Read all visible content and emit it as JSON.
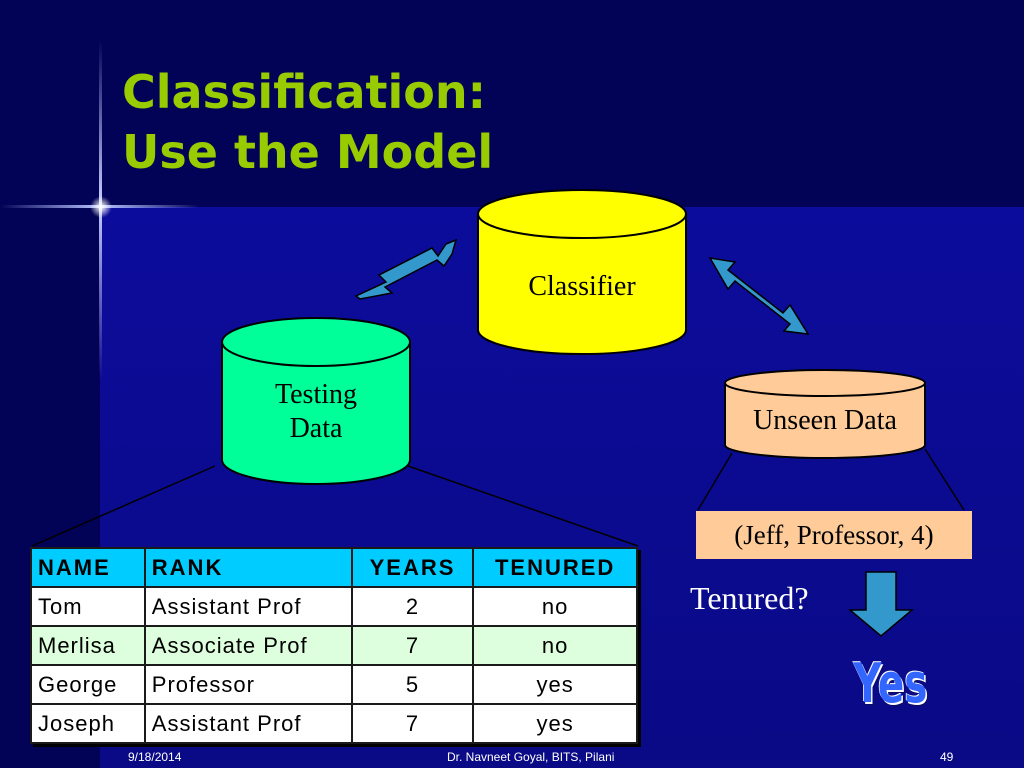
{
  "slide": {
    "title_line1": "Classification:",
    "title_line2": "Use the Model",
    "title_color": "#99cc00",
    "background_color": "#0a0a7a"
  },
  "diagram": {
    "classifier_label": "Classifier",
    "classifier_color": "#ffff00",
    "testing_data_line1": "Testing",
    "testing_data_line2": "Data",
    "testing_data_color": "#00ff99",
    "unseen_data_label": "Unseen Data",
    "unseen_data_color": "#ffcc99",
    "arrow_color": "#3399cc",
    "query": "(Jeff, Professor, 4)",
    "question": "Tenured?",
    "answer": "Yes"
  },
  "table": {
    "columns": [
      "NAME",
      "RANK",
      "YEARS",
      "TENURED"
    ],
    "header_color": "#00ccff",
    "rows": [
      [
        "Tom",
        "Assistant Prof",
        "2",
        "no"
      ],
      [
        "Merlisa",
        "Associate Prof",
        "7",
        "no"
      ],
      [
        "George",
        "Professor",
        "5",
        "yes"
      ],
      [
        "Joseph",
        "Assistant Prof",
        "7",
        "yes"
      ]
    ]
  },
  "footer": {
    "date": "9/18/2014",
    "author": "Dr. Navneet Goyal, BITS, Pilani",
    "page_number": "49"
  }
}
